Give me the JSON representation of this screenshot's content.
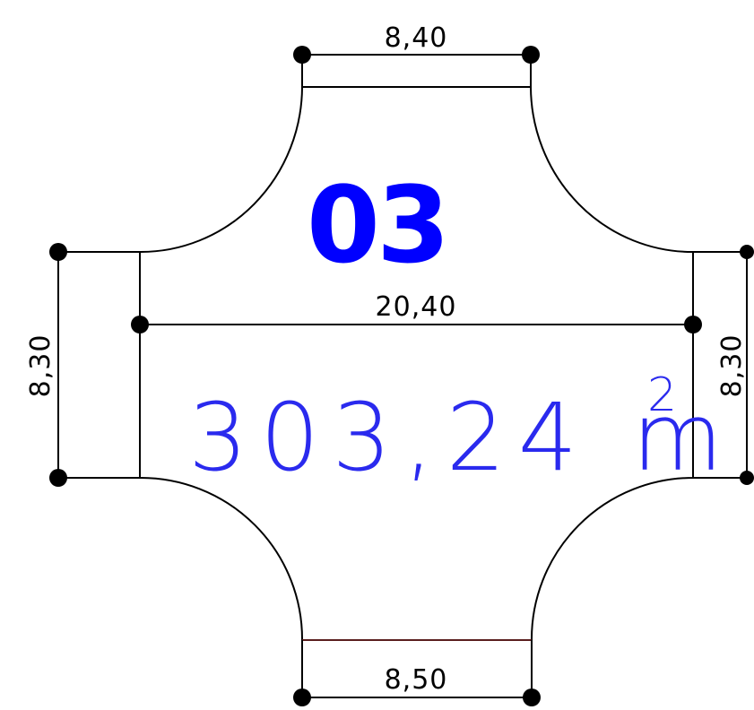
{
  "plot": {
    "label": "03",
    "area_value": "303,24 m",
    "area_unit_exponent": "2"
  },
  "dimensions": {
    "top": "8,40",
    "bottom": "8,50",
    "left": "8,30",
    "right": "8,30",
    "middle": "20,40"
  },
  "colors": {
    "label": "#0000ff",
    "area_text": "#2a2aee",
    "outline": "#000000",
    "bottom_edge": "#5a1e1e"
  }
}
